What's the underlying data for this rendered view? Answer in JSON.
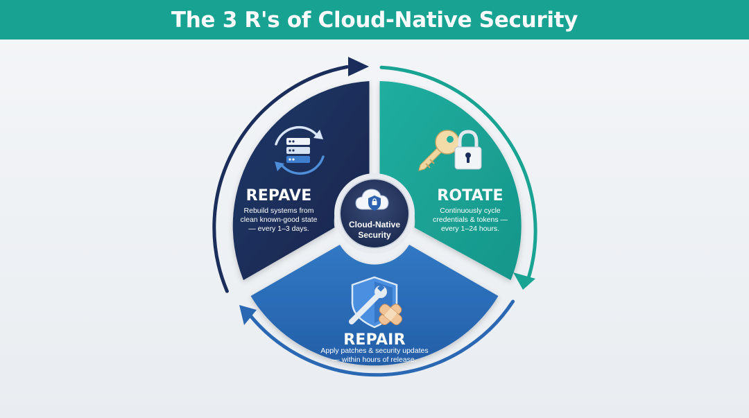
{
  "title": "The 3 R's of Cloud-Native Security",
  "center": {
    "label_line1": "Cloud-Native",
    "label_line2": "Security",
    "icon": "cloud-lock-icon"
  },
  "segments": [
    {
      "title": "REPAVE",
      "desc_lines": [
        "Rebuild systems from",
        "clean known-good state",
        "— every 1–3 days."
      ],
      "icon": "server-refresh-icon",
      "color": "#1b2d5b"
    },
    {
      "title": "ROTATE",
      "desc_lines": [
        "Continuously cycle",
        "credentials & tokens —",
        "every 1–24 hours."
      ],
      "icon": "key-lock-icon",
      "color": "#1aa395"
    },
    {
      "title": "REPAIR",
      "desc_lines": [
        "Apply patches & security updates",
        "— within hours of release."
      ],
      "icon": "shield-wrench-bandage-icon",
      "color": "#2b6bb8"
    }
  ]
}
